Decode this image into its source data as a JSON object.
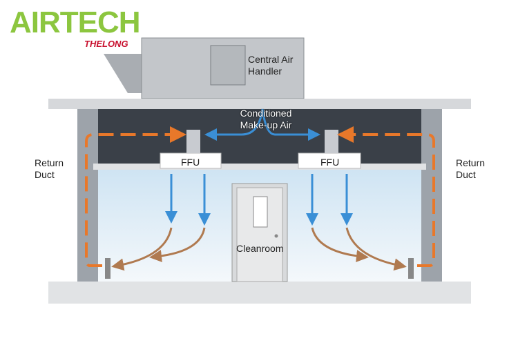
{
  "logo": {
    "brand": "AIRTECH",
    "sub": "THELONG"
  },
  "labels": {
    "air_handler": "Central Air Handler",
    "makeup_air": "Conditioned Make-up Air",
    "return_left": "Return Duct",
    "return_right": "Return Duct",
    "ffu_left": "FFU",
    "ffu_right": "FFU",
    "cleanroom": "Cleanroom"
  },
  "colors": {
    "logo": "#8cc63f",
    "logo_sub": "#c8102e",
    "return_air": "#e8782a",
    "supply_air": "#3a8fd6",
    "plenum": "#3a4048"
  }
}
